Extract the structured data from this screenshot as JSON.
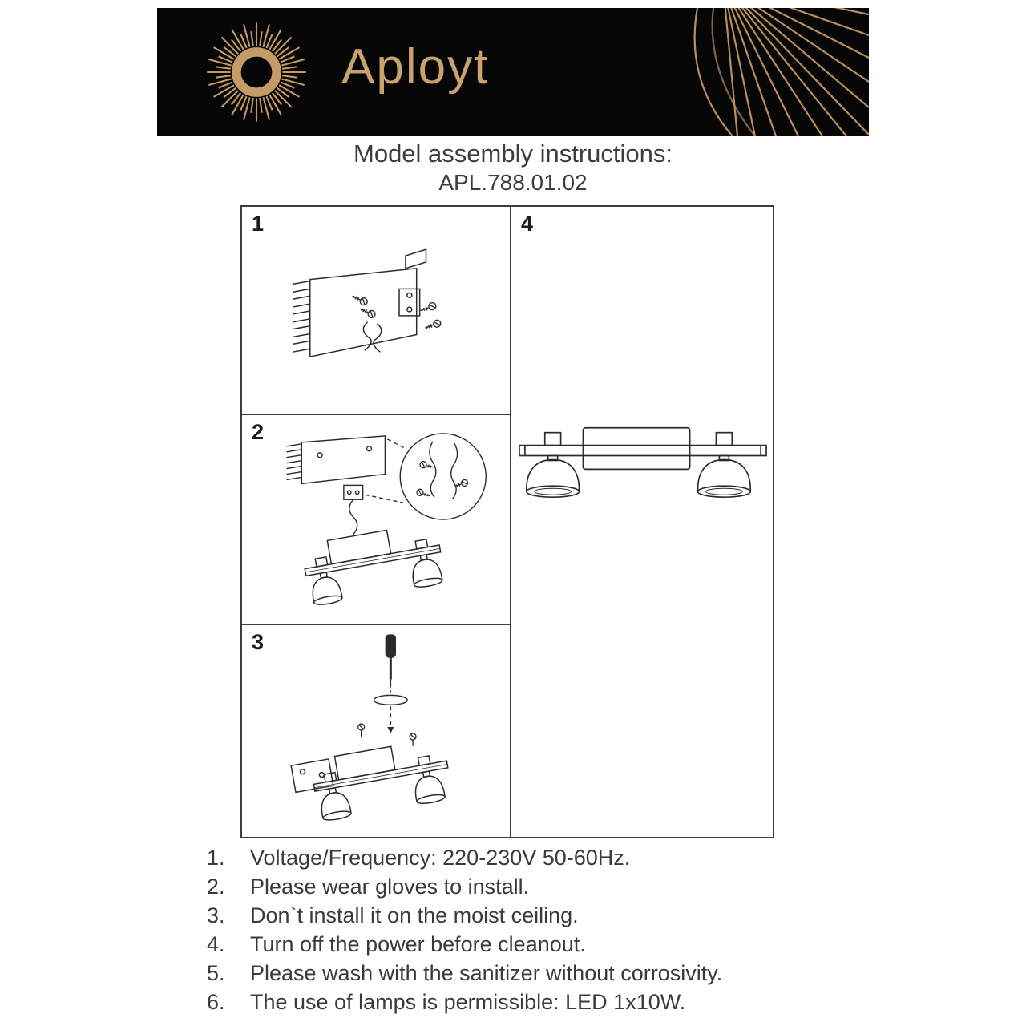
{
  "header": {
    "brand": "Aployt"
  },
  "title": {
    "line1": "Model assembly instructions:",
    "line2": "APL.788.01.02"
  },
  "panels": [
    {
      "number": "1"
    },
    {
      "number": "2"
    },
    {
      "number": "3"
    },
    {
      "number": "4"
    }
  ],
  "instructions": [
    {
      "num": "1.",
      "text": "Voltage/Frequency: 220-230V 50-60Hz."
    },
    {
      "num": "2.",
      "text": "Please wear gloves to install."
    },
    {
      "num": "3.",
      "text": "Don`t install it on the moist ceiling."
    },
    {
      "num": "4.",
      "text": "Turn off the power before cleanout."
    },
    {
      "num": "5.",
      "text": "Please wash with the sanitizer without corrosivity."
    },
    {
      "num": "6.",
      "text": "The use of lamps is permissible: LED 1x10W."
    }
  ],
  "colors": {
    "banner_bg": "#060606",
    "accent_gold": "#c9a26e",
    "text": "#3d3d3d",
    "line_art": "#2b2b2b"
  }
}
